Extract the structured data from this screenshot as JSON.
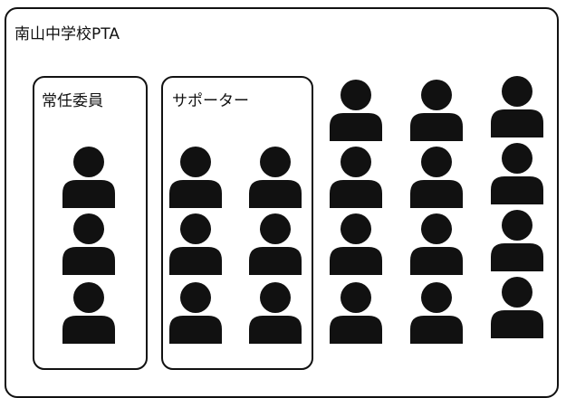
{
  "org": {
    "title": "南山中学校PTA"
  },
  "groups": [
    {
      "label": "常任委員"
    },
    {
      "label": "サポーター"
    }
  ],
  "icon": "person-icon",
  "colors": {
    "ink": "#111111",
    "background": "#ffffff"
  }
}
